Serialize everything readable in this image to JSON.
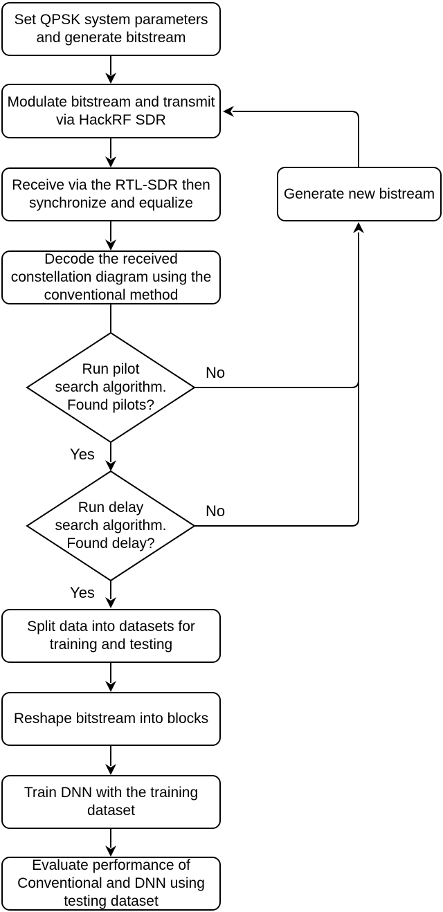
{
  "flowchart": {
    "colors": {
      "stroke": "#000000",
      "fill": "#ffffff",
      "text": "#000000"
    },
    "nodes": {
      "set_params": {
        "type": "process",
        "label": "Set QPSK system parameters\nand generate bitstream"
      },
      "modulate": {
        "type": "process",
        "label": "Modulate bitstream and transmit\nvia HackRF SDR"
      },
      "receive": {
        "type": "process",
        "label": "Receive via the RTL-SDR then\nsynchronize and equalize"
      },
      "decode": {
        "type": "process",
        "label": "Decode the received\nconstellation diagram using the\nconventional method"
      },
      "pilot_decision": {
        "type": "decision",
        "label": "Run pilot\nsearch algorithm.\nFound pilots?"
      },
      "delay_decision": {
        "type": "decision",
        "label": "Run delay\nsearch algorithm.\nFound delay?"
      },
      "split": {
        "type": "process",
        "label": "Split data into datasets for\ntraining and testing"
      },
      "reshape": {
        "type": "process",
        "label": "Reshape bitstream into blocks"
      },
      "train": {
        "type": "process",
        "label": "Train DNN with the training\ndataset"
      },
      "evaluate": {
        "type": "process",
        "label": "Evaluate performance of\nConventional and DNN using\ntesting dataset"
      },
      "generate_new": {
        "type": "process",
        "label": "Generate new bistream"
      }
    },
    "edge_labels": {
      "pilot_no": "No",
      "pilot_yes": "Yes",
      "delay_no": "No",
      "delay_yes": "Yes"
    }
  }
}
